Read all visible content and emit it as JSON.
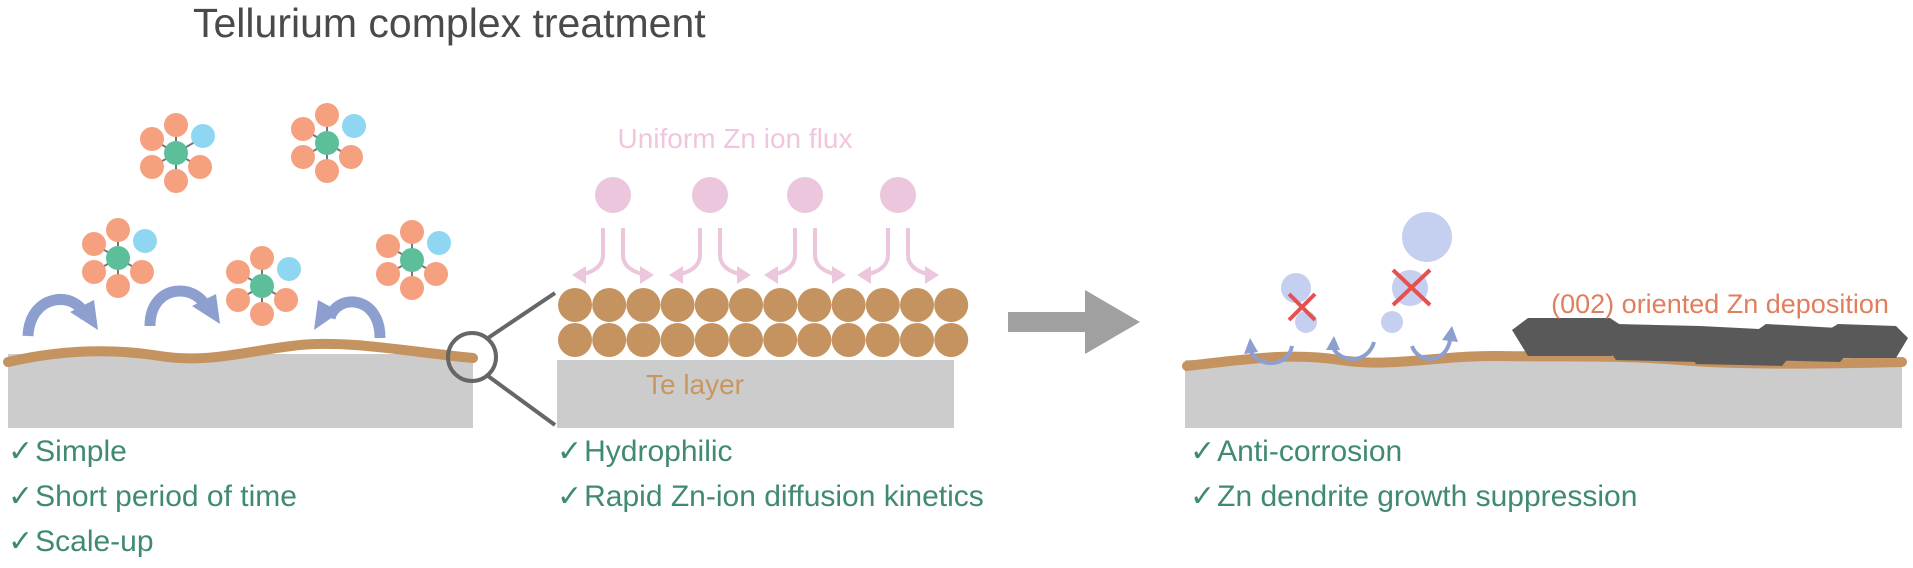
{
  "title": "Tellurium complex treatment",
  "panel_left": {
    "benefits": [
      "Simple",
      "Short period of time",
      "Scale-up"
    ]
  },
  "panel_middle": {
    "flux_label": "Uniform Zn ion flux",
    "layer_label": "Te layer",
    "benefits": [
      "Hydrophilic",
      "Rapid Zn-ion diffusion kinetics"
    ]
  },
  "panel_right": {
    "deposition_label": "(002) oriented Zn deposition",
    "benefits": [
      "Anti-corrosion",
      "Zn dendrite growth suppression"
    ]
  },
  "check_glyph": "✓",
  "colors": {
    "title": "#4a4a4a",
    "check_text": "#3f8a70",
    "te_layer": "#c4935f",
    "substrate": "#cccccc",
    "complex_ligand": "#f5a07e",
    "complex_center": "#5cbf9a",
    "complex_small": "#8fd6f2",
    "blue_arrow": "#8c9fcf",
    "flux_pink": "#ebc6dc",
    "flux_label": "#f0c6de",
    "te_label": "#c8975f",
    "deposition_label": "#e07e5e",
    "zn_deposit": "#595959",
    "gray_arrow": "#a0a0a0",
    "cross": "#e65050",
    "bubble": "#c5cff0"
  }
}
